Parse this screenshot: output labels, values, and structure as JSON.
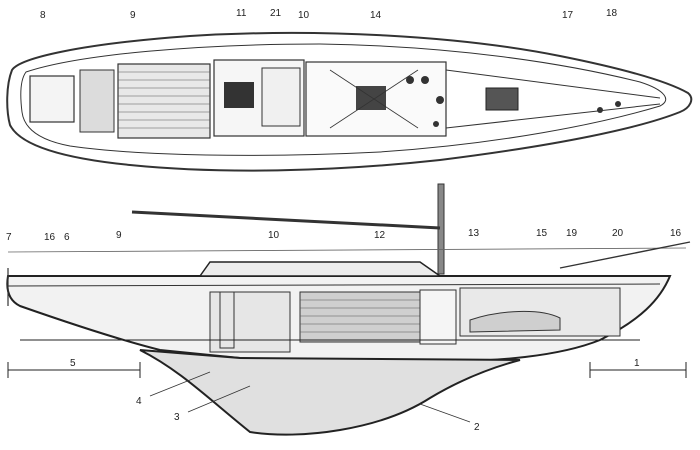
{
  "diagram": {
    "labels": {
      "l1": "1",
      "l2": "2",
      "l3": "3",
      "l4": "4",
      "l5": "5",
      "l6": "6",
      "l7": "7",
      "l8": "8",
      "l9_top": "9",
      "l9_side": "9",
      "l10_top": "10",
      "l10_side": "10",
      "l11": "11",
      "l12": "12",
      "l13": "13",
      "l14": "14",
      "l15": "15",
      "l16_side_left": "16",
      "l16_side_right": "16",
      "l17": "17",
      "l18": "18",
      "l19": "19",
      "l20": "20",
      "l21": "21"
    }
  }
}
